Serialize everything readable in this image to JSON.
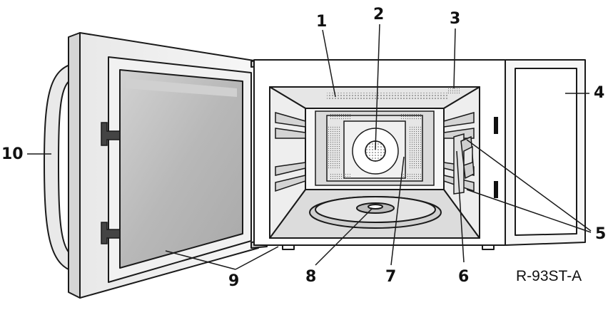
{
  "callouts": {
    "c1": "1",
    "c2": "2",
    "c3": "3",
    "c4": "4",
    "c5": "5",
    "c6": "6",
    "c7": "7",
    "c8": "8",
    "c9": "9",
    "c10": "10"
  },
  "model_code": "R-93ST-A",
  "colors": {
    "outline": "#1a1a1a",
    "cavity_light": "#f4f4f4",
    "cavity_mid": "#d9d9d9",
    "cavity_dark": "#b3b3b3",
    "glass": "#bdbdbd",
    "background": "#ffffff"
  }
}
